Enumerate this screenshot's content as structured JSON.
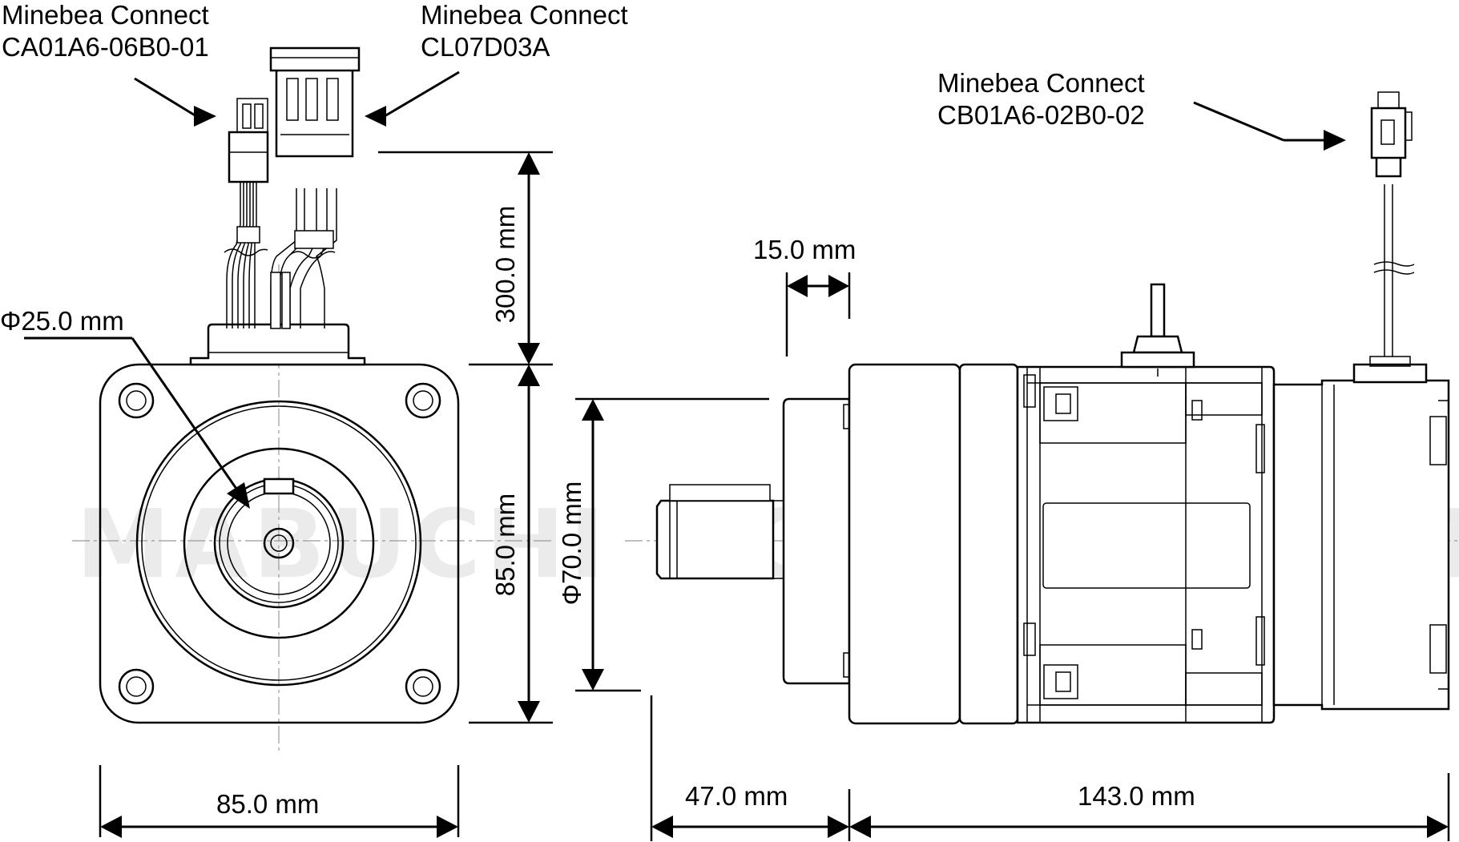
{
  "watermark": "MABUCHI MOTOR CO., LTD.",
  "connectors": [
    {
      "name": "Minebea Connect",
      "part": "CA01A6-06B0-01"
    },
    {
      "name": "Minebea Connect",
      "part": "CL07D03A"
    },
    {
      "name": "Minebea Connect",
      "part": "CB01A6-02B0-02"
    }
  ],
  "dimensions": {
    "lead_length": "300.0 mm",
    "bore_diameter": "Φ25.0 mm",
    "flange_height": "85.0 mm",
    "flange_width": "85.0 mm",
    "pilot_diameter": "Φ70.0 mm",
    "pilot_depth": "15.0 mm",
    "shaft_length": "47.0 mm",
    "body_length": "143.0 mm"
  }
}
